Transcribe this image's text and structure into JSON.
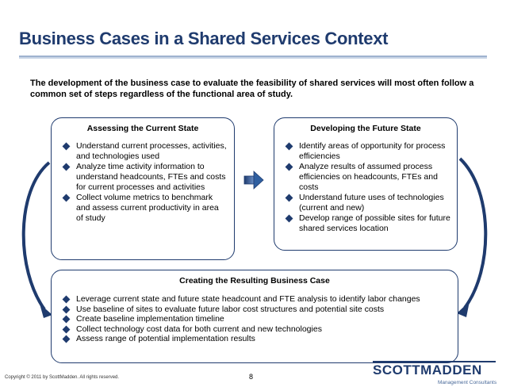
{
  "title": "Business Cases in a Shared Services Context",
  "intro": "The development of the business case to evaluate the feasibility of shared services will most often follow a common set of steps regardless of the functional area of study.",
  "current_state": {
    "heading": "Assessing the Current State",
    "bullets": [
      "Understand current processes, activities, and technologies used",
      "Analyze time activity information to understand headcounts, FTEs and costs for current processes and activities",
      "Collect volume metrics to benchmark and assess current productivity in area of study"
    ]
  },
  "future_state": {
    "heading": "Developing the Future State",
    "bullets": [
      "Identify areas of opportunity for process efficiencies",
      "Analyze results of assumed process efficiencies on headcounts, FTEs and costs",
      "Understand future uses of technologies (current and new)",
      "Develop range of possible sites for future shared services location"
    ]
  },
  "business_case": {
    "heading": "Creating the Resulting Business Case",
    "bullets": [
      "Leverage current state and future state headcount and FTE analysis to identify labor changes",
      "Use baseline of sites to evaluate future labor cost structures and potential site costs",
      "Create baseline implementation timeline",
      "Collect technology cost data for both current and new technologies",
      "Assess range of potential implementation results"
    ]
  },
  "footer": {
    "copyright": "Copyright © 2011 by ScottMadden. All rights reserved.",
    "page_number": "8"
  },
  "logo": {
    "text": "SCOTTMADDEN",
    "subtitle": "Management Consultants"
  },
  "colors": {
    "accent": "#1f3b6e",
    "arrow": "#2f5fa0",
    "rule": "#9fb3cf"
  }
}
